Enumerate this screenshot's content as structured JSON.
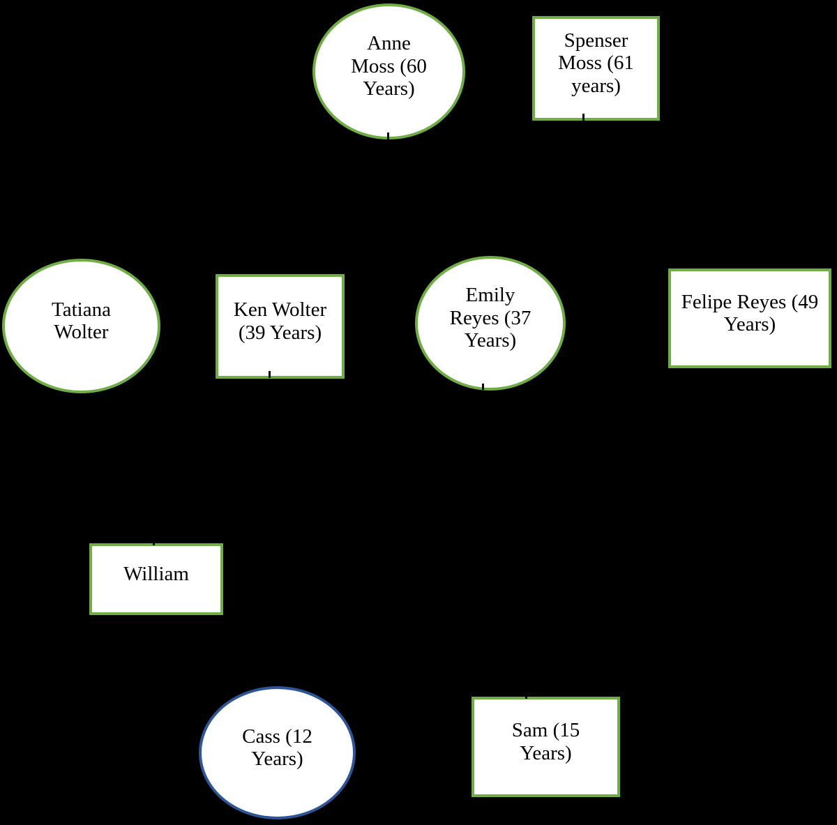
{
  "diagram": {
    "type": "family-tree",
    "background_color": "#000000",
    "node_fill_color": "#ffffff",
    "text_color": "#000000",
    "accent_border_green": "#70ad47",
    "accent_border_blue": "#2e5596",
    "nodes": {
      "anne": {
        "label": "Anne\nMoss (60\nYears)",
        "shape": "ellipse",
        "border": "green"
      },
      "spenser": {
        "label": "Spenser\nMoss (61\nyears)",
        "shape": "rectangle",
        "border": "green"
      },
      "tatiana": {
        "label": "Tatiana\nWolter",
        "shape": "ellipse",
        "border": "green"
      },
      "ken": {
        "label": "Ken Wolter\n(39 Years)",
        "shape": "rectangle",
        "border": "green"
      },
      "emily": {
        "label": "Emily\nReyes (37\nYears)",
        "shape": "ellipse",
        "border": "green"
      },
      "felipe": {
        "label": "Felipe Reyes (49\nYears)",
        "shape": "rectangle",
        "border": "green"
      },
      "william": {
        "label": "William",
        "shape": "rectangle",
        "border": "green"
      },
      "cass": {
        "label": "Cass (12\nYears)",
        "shape": "ellipse",
        "border": "blue"
      },
      "sam": {
        "label": "Sam (15\nYears)",
        "shape": "rectangle",
        "border": "green"
      }
    }
  }
}
